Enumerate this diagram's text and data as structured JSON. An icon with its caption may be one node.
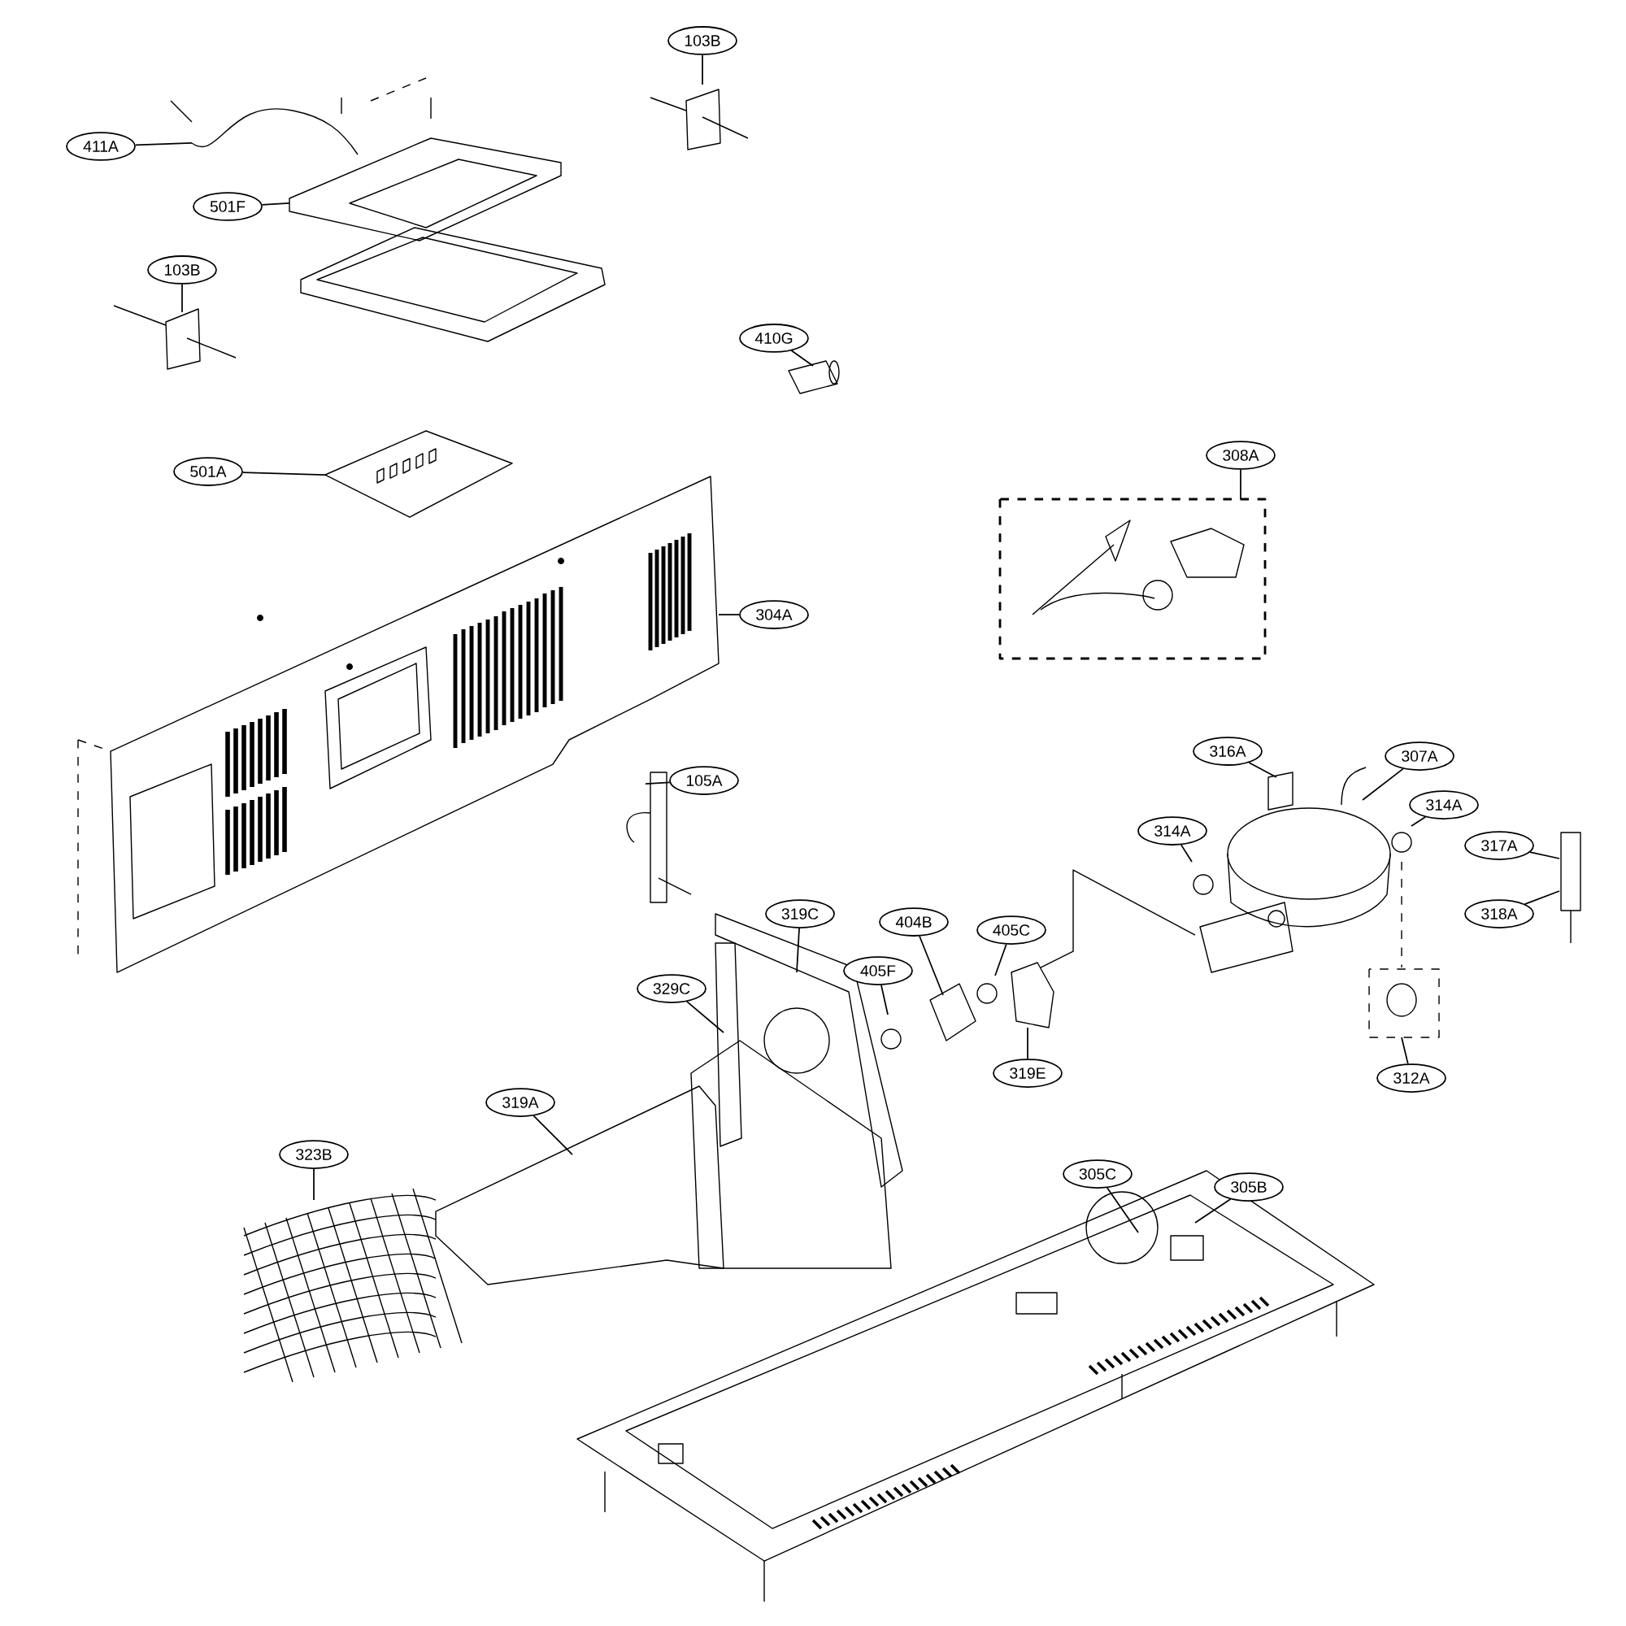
{
  "diagram": {
    "nodes": [
      {
        "text": [
          "411A"
        ]
      },
      {
        "text": [
          "103B"
        ]
      },
      {
        "text": [
          "501F"
        ]
      },
      {
        "text": [
          "103B"
        ]
      },
      {
        "text": [
          "410G"
        ]
      },
      {
        "text": [
          "501A"
        ]
      },
      {
        "text": [
          "308A"
        ]
      },
      {
        "text": [
          "304A"
        ]
      },
      {
        "text": [
          "316A"
        ]
      },
      {
        "text": [
          "307A"
        ]
      },
      {
        "text": [
          "314A"
        ]
      },
      {
        "text": [
          "314A"
        ]
      },
      {
        "text": [
          "317A"
        ]
      },
      {
        "text": [
          "318A"
        ]
      },
      {
        "text": [
          "105A"
        ]
      },
      {
        "text": [
          "319C"
        ]
      },
      {
        "text": [
          "404B"
        ]
      },
      {
        "text": [
          "405C"
        ]
      },
      {
        "text": [
          "405F"
        ]
      },
      {
        "text": [
          "329C"
        ]
      },
      {
        "text": [
          "319E"
        ]
      },
      {
        "text": [
          "312A"
        ]
      },
      {
        "text": [
          "319A"
        ]
      },
      {
        "text": [
          "323B"
        ]
      },
      {
        "text": [
          "305C"
        ]
      },
      {
        "text": [
          "305B"
        ]
      }
    ],
    "edges": [
      {
        "from": 0,
        "to": null,
        "arrow": "none"
      },
      {
        "from": 1,
        "to": null,
        "arrow": "none"
      },
      {
        "from": 2,
        "to": null,
        "arrow": "none"
      },
      {
        "from": 3,
        "to": null,
        "arrow": "none"
      },
      {
        "from": 4,
        "to": null,
        "arrow": "none"
      },
      {
        "from": 5,
        "to": null,
        "arrow": "none"
      },
      {
        "from": 6,
        "to": null,
        "arrow": "none"
      },
      {
        "from": 7,
        "to": null,
        "arrow": "none"
      },
      {
        "from": 8,
        "to": null,
        "arrow": "none"
      },
      {
        "from": 9,
        "to": null,
        "arrow": "none"
      },
      {
        "from": 10,
        "to": null,
        "arrow": "none"
      },
      {
        "from": 11,
        "to": null,
        "arrow": "none"
      },
      {
        "from": 12,
        "to": null,
        "arrow": "none"
      },
      {
        "from": 13,
        "to": null,
        "arrow": "none"
      },
      {
        "from": 14,
        "to": null,
        "arrow": "none"
      },
      {
        "from": 15,
        "to": null,
        "arrow": "none"
      },
      {
        "from": 16,
        "to": null,
        "arrow": "none"
      },
      {
        "from": 17,
        "to": null,
        "arrow": "none"
      },
      {
        "from": 18,
        "to": null,
        "arrow": "none"
      },
      {
        "from": 19,
        "to": null,
        "arrow": "none"
      },
      {
        "from": 20,
        "to": null,
        "arrow": "none"
      },
      {
        "from": 21,
        "to": null,
        "arrow": "none"
      },
      {
        "from": 22,
        "to": null,
        "arrow": "none"
      },
      {
        "from": 23,
        "to": null,
        "arrow": "none"
      },
      {
        "from": 24,
        "to": null,
        "arrow": "none"
      },
      {
        "from": 25,
        "to": null,
        "arrow": "none"
      }
    ]
  }
}
